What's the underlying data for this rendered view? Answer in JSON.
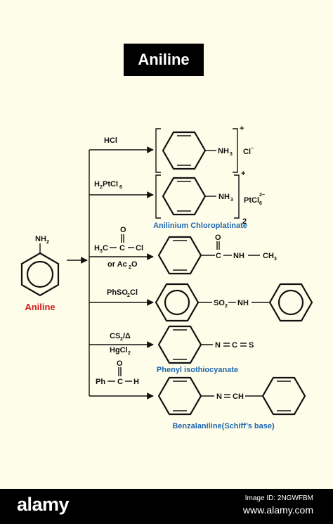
{
  "title": "Aniline",
  "reactant": {
    "name": "Aniline",
    "group": "NH",
    "group_sub": "2"
  },
  "reagents": {
    "r1": "HCl",
    "r2_a": "H",
    "r2_a_sub": "2",
    "r2_b": "PtCl",
    "r2_b_sub": "6",
    "r3_h": "H",
    "r3_h_sub": "3",
    "r3_c1": "C",
    "r3_c2": "C",
    "r3_cl": "Cl",
    "r3_o": "O",
    "r3_or": "or Ac",
    "r3_or_sub": "2",
    "r3_or_o": "O",
    "r4_a": "PhSO",
    "r4_a_sub": "2",
    "r4_b": "Cl",
    "r5_a": "CS",
    "r5_a_sub": "2",
    "r5_b": "/Δ",
    "r5_c": "HgCl",
    "r5_c_sub": "2",
    "r6_ph": "Ph",
    "r6_c": "C",
    "r6_h": "H",
    "r6_o": "O"
  },
  "products": {
    "p1_nh": "NH",
    "p1_nh_sub": "3",
    "p1_charge": "+",
    "p1_ion": "Cl",
    "p1_ion_charge": "−",
    "p2_nh": "NH",
    "p2_nh_sub": "3",
    "p2_charge": "+",
    "p2_ion": "PtCl",
    "p2_ion_sub": "6",
    "p2_ion_charge": "2−",
    "p2_count": "2",
    "p2_name": "Anilinium Chloroplatinate",
    "p3_c": "C",
    "p3_o": "O",
    "p3_nh": "NH",
    "p3_ch": "CH",
    "p3_ch_sub": "3",
    "p4_so": "SO",
    "p4_so_sub": "2",
    "p4_nh": "NH",
    "p5_group": "N",
    "p5_eq1": "C",
    "p5_s": "S",
    "p5_name": "Phenyl isothiocyanate",
    "p6_group": "N",
    "p6_ch": "CH",
    "p6_name": "Benzalaniline(Schiff’s base)"
  },
  "footer": {
    "logo": "alamy",
    "image_id_label": "Image ID: 2NGWFBM",
    "image_id_url": "www.alamy.com"
  }
}
